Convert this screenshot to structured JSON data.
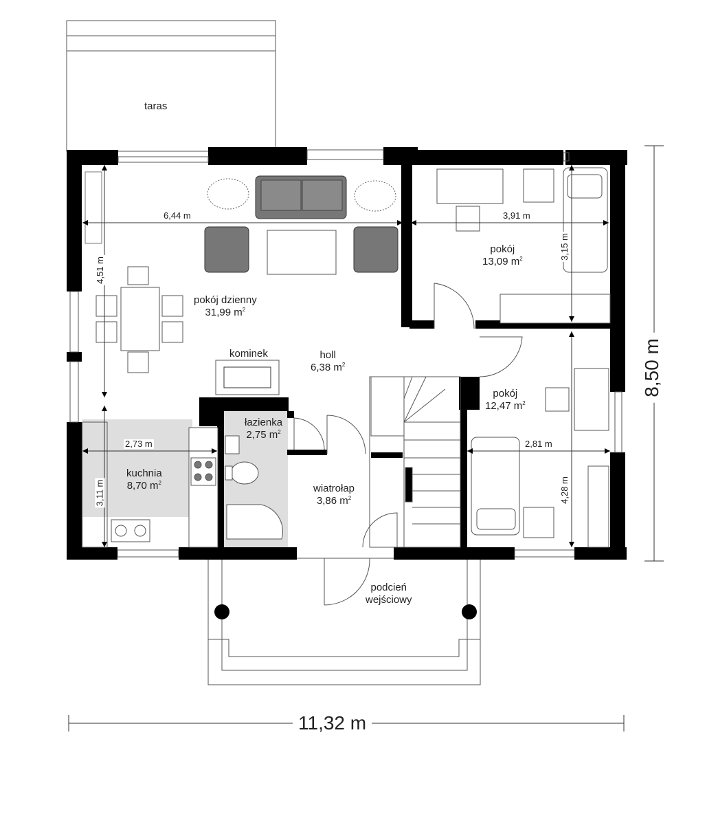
{
  "rooms": {
    "taras": {
      "name": "taras"
    },
    "living": {
      "name": "pokój dzienny",
      "area": "31,99 m",
      "unit_exp": "2"
    },
    "room1": {
      "name": "pokój",
      "area": "13,09 m",
      "unit_exp": "2"
    },
    "room2": {
      "name": "pokój",
      "area": "12,47 m",
      "unit_exp": "2"
    },
    "holl": {
      "name": "holl",
      "area": "6,38 m",
      "unit_exp": "2"
    },
    "kominek": {
      "name": "kominek"
    },
    "bath": {
      "name": "łazienka",
      "area": "2,75 m",
      "unit_exp": "2"
    },
    "kitchen": {
      "name": "kuchnia",
      "area": "8,70 m",
      "unit_exp": "2"
    },
    "vestibule": {
      "name": "wiatrołap",
      "area": "3,86 m",
      "unit_exp": "2"
    },
    "porch": {
      "line1": "podcień",
      "line2": "wejściowy"
    }
  },
  "dimensions": {
    "living_width": "6,44 m",
    "room1_width": "3,91 m",
    "room1_depth": "3,15 m",
    "living_depth": "4,51 m",
    "kitchen_width": "2,73 m",
    "kitchen_depth": "3,11 m",
    "room2_width": "2,81 m",
    "room2_depth": "4,28 m",
    "total_width": "11,32 m",
    "total_depth": "8,50 m"
  },
  "colors": {
    "wall": "#000000",
    "furniture": "#777777",
    "tile": "#dedede",
    "line": "#333333"
  }
}
